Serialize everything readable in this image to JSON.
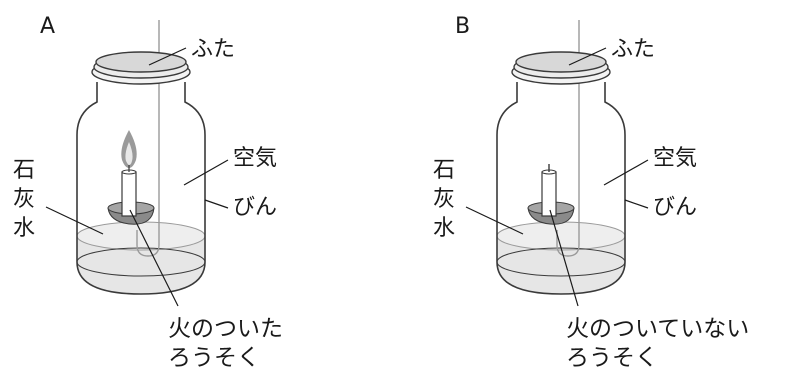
{
  "panels": [
    {
      "letter": "A",
      "lid_label": "ふた",
      "air_label": "空気",
      "bottle_label": "びん",
      "limewater_label_chars": [
        "石",
        "灰",
        "水"
      ],
      "candle_label_lines": [
        "火のついた",
        "ろうそく"
      ],
      "candle_lit": true
    },
    {
      "letter": "B",
      "lid_label": "ふた",
      "air_label": "空気",
      "bottle_label": "びん",
      "limewater_label_chars": [
        "石",
        "灰",
        "水"
      ],
      "candle_label_lines": [
        "火のついていない",
        "ろうそく"
      ],
      "candle_lit": false
    }
  ],
  "colors": {
    "outline": "#3a3a3a",
    "water": "#e6e6e6",
    "dish": "#8a8a8a",
    "flame_outer": "#9a9a9a",
    "flame_inner": "#e8e8e8",
    "text": "#1a1a1a"
  }
}
